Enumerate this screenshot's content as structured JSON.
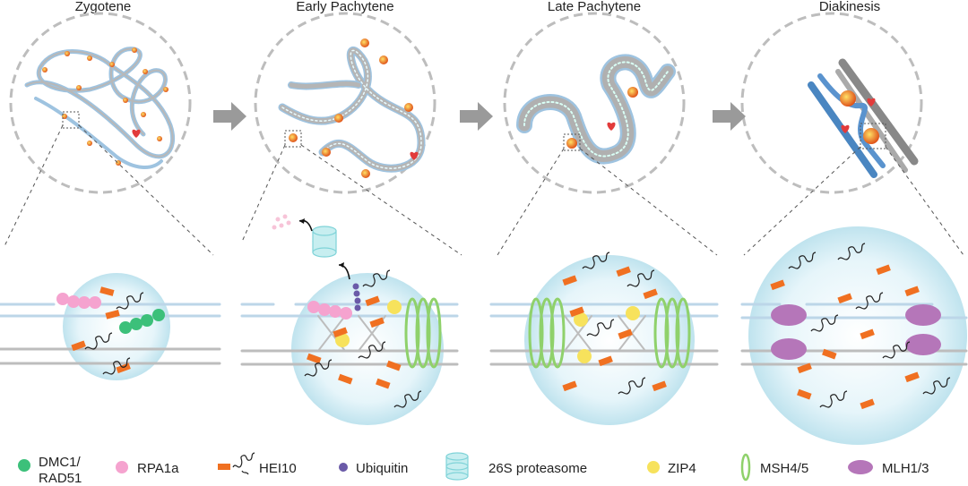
{
  "stages": [
    {
      "title": "Zygotene"
    },
    {
      "title": "Early Pachytene"
    },
    {
      "title": "Late Pachytene"
    },
    {
      "title": "Diakinesis"
    }
  ],
  "legend": [
    {
      "label_line1": "DMC1/",
      "label_line2": "RAD51",
      "icon": "green-dot-icon",
      "color": "#3cc07a"
    },
    {
      "label_line1": "RPA1a",
      "label_line2": "",
      "icon": "pink-dot-icon",
      "color": "#f5a3cf"
    },
    {
      "label_line1": "HEI10",
      "label_line2": "",
      "icon": "hei10-icon",
      "color": "#f07021"
    },
    {
      "label_line1": "Ubiquitin",
      "label_line2": "",
      "icon": "purple-dot-icon",
      "color": "#6a5aa8"
    },
    {
      "label_line1": "26S proteasome",
      "label_line2": "",
      "icon": "proteasome-icon",
      "color": "#7fd3d8"
    },
    {
      "label_line1": "ZIP4",
      "label_line2": "",
      "icon": "yellow-dot-icon",
      "color": "#f7e25c"
    },
    {
      "label_line1": "MSH4/5",
      "label_line2": "",
      "icon": "ring-icon",
      "color": "#8fd16b"
    },
    {
      "label_line1": "MLH1/3",
      "label_line2": "",
      "icon": "oval-icon",
      "color": "#b576b9"
    }
  ]
}
